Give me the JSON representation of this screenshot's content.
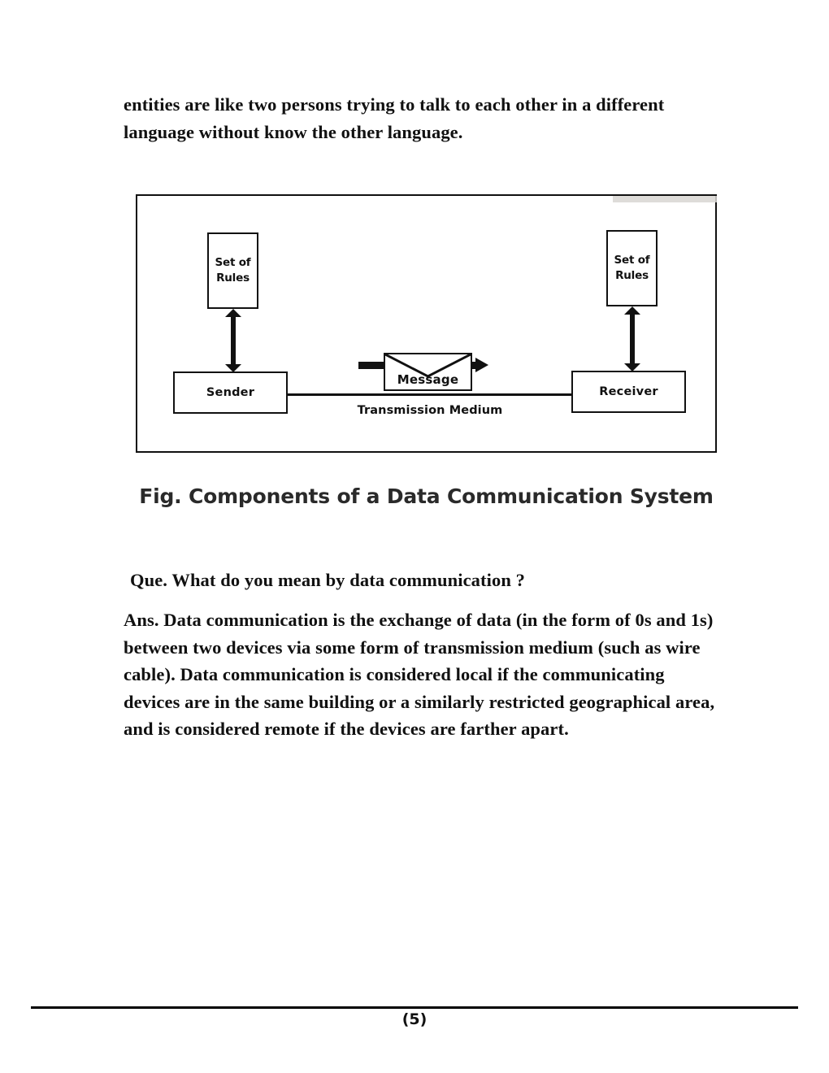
{
  "document": {
    "intro_paragraph": "entities are like two persons trying to talk to each other in a different language without know the other language.",
    "question": "Que. What do you mean by data communication ?",
    "answer": "Ans. Data communication is the exchange of data (in the form of 0s and 1s) between two devices via some form of transmission medium (such as wire cable). Data communication is considered local if the communicating devices are in the same building or a similarly restricted geographical area, and is considered remote if the devices are farther apart."
  },
  "figure": {
    "caption": "Fig. Components of a Data Communication System",
    "nodes": {
      "rules_left": "Set of\nRules",
      "rules_left_line1": "Set of",
      "rules_left_line2": "Rules",
      "rules_right_line1": "Set of",
      "rules_right_line2": "Rules",
      "sender": "Sender",
      "receiver": "Receiver",
      "message": "Message",
      "transmission_medium": "Transmission Medium"
    },
    "colors": {
      "stroke": "#111111",
      "fill": "#ffffff"
    }
  },
  "footer": {
    "page_number": "(5)"
  }
}
